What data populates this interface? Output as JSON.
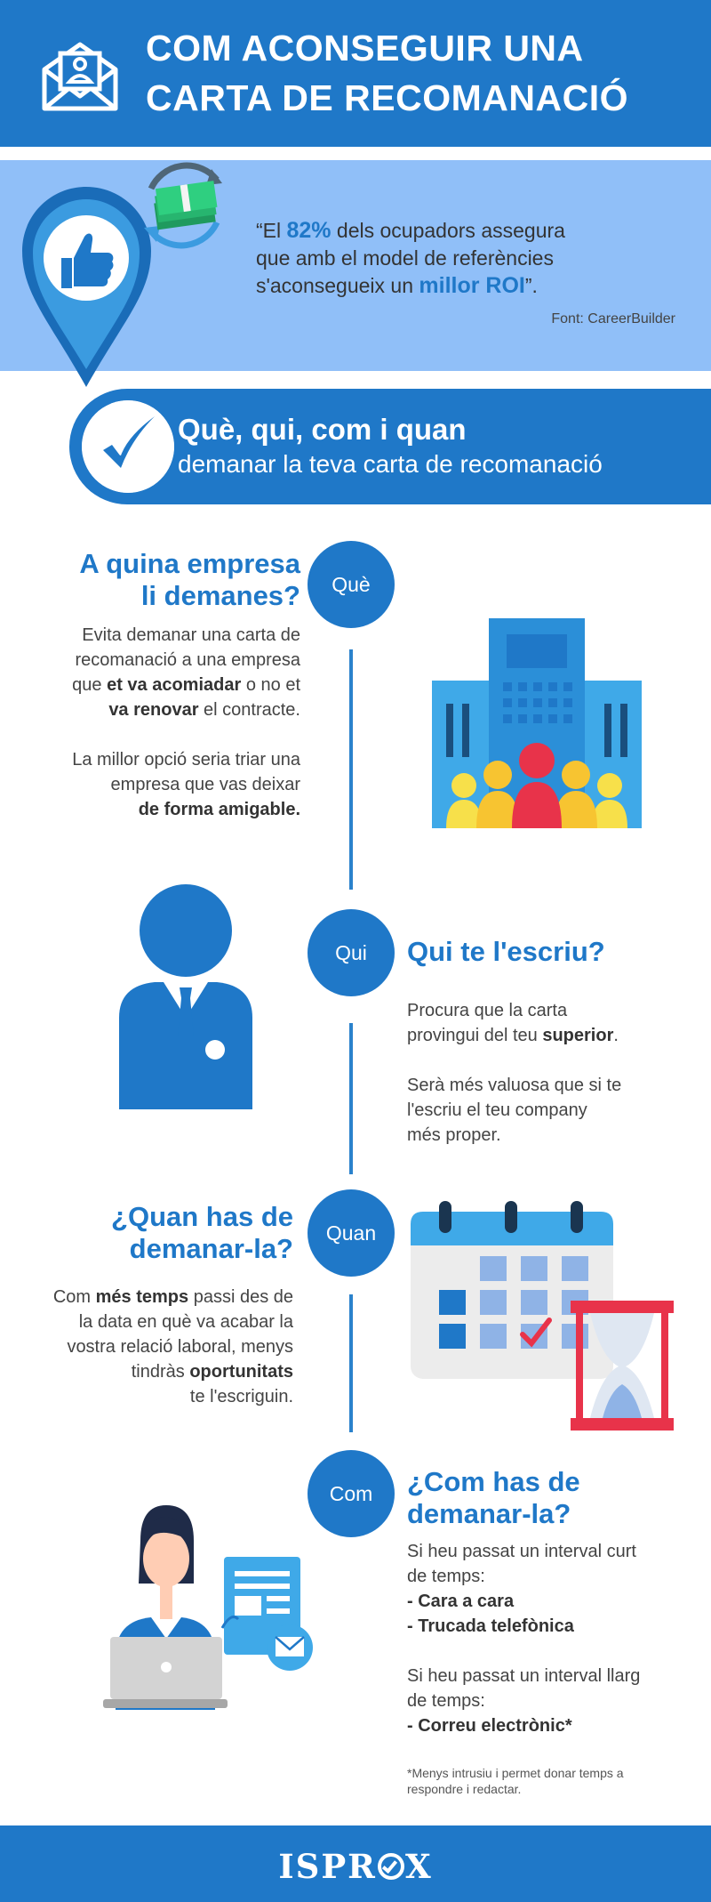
{
  "header": {
    "title_line1": "COM ACONSEGUIR UNA",
    "title_line2": "CARTA DE RECOMANACIÓ",
    "icon": "envelope-person-icon"
  },
  "stat": {
    "quote_open": "“El ",
    "percent": "82%",
    "quote_mid1": " dels ocupadors assegura",
    "quote_mid2": "que amb el model de referències",
    "quote_mid3": "s'aconsegueix un ",
    "highlight": "millor ROI",
    "quote_close": "”.",
    "source": "Font: CareerBuilder"
  },
  "banner": {
    "title": "Què, qui, com i quan",
    "subtitle": "demanar la teva carta de recomanació"
  },
  "sections": {
    "que": {
      "label": "Què",
      "title_line1": "A quina empresa",
      "title_line2": "li demanes?",
      "p1_line1": "Evita demanar una carta de",
      "p1_line2": "recomanació a una empresa",
      "p1_line3_pre": "que ",
      "p1_line3_bold": "et va acomiadar",
      "p1_line3_post": " o no et",
      "p1_line4_bold": "va renovar",
      "p1_line4_post": " el contracte.",
      "p2_line1": "La millor opció seria triar una",
      "p2_line2": "empresa que vas deixar",
      "p2_line3_bold": "de forma amigable."
    },
    "qui": {
      "label": "Qui",
      "title": "Qui te l'escriu?",
      "p1_line1": "Procura que la carta",
      "p1_line2_pre": "provingui del teu ",
      "p1_line2_bold": "superior",
      "p1_line2_post": ".",
      "p2_line1": "Serà més valuosa que si te",
      "p2_line2": "l'escriu el teu company",
      "p2_line3": "més proper."
    },
    "quan": {
      "label": "Quan",
      "title_line1": "¿Quan has de",
      "title_line2": "demanar-la?",
      "p_line1_pre": "Com ",
      "p_line1_bold": "més temps",
      "p_line1_post": " passi des de",
      "p_line2": "la data en què va acabar la",
      "p_line3": "vostra relació laboral, menys",
      "p_line4_pre": "tindràs ",
      "p_line4_bold": "oportunitats",
      "p_line5": "te l'escriguin."
    },
    "com": {
      "label": "Com",
      "title_line1": "¿Com has de",
      "title_line2": "demanar-la?",
      "p1_line1": "Si heu passat un interval curt",
      "p1_line2": "de temps:",
      "item1": "- Cara a cara",
      "item2": "- Trucada telefònica",
      "p2_line1": "Si heu passat un interval llarg",
      "p2_line2": "de temps:",
      "item3": "- Correu electrònic*",
      "note_line1": "*Menys intrusiu i permet donar temps a",
      "note_line2": "respondre i redactar."
    }
  },
  "footer": {
    "logo_part1": "ISPR",
    "logo_part2": "X"
  },
  "colors": {
    "primary": "#1f78c8",
    "light": "#90bff8",
    "accent_red": "#e8334a",
    "accent_yellow": "#f7c431"
  }
}
